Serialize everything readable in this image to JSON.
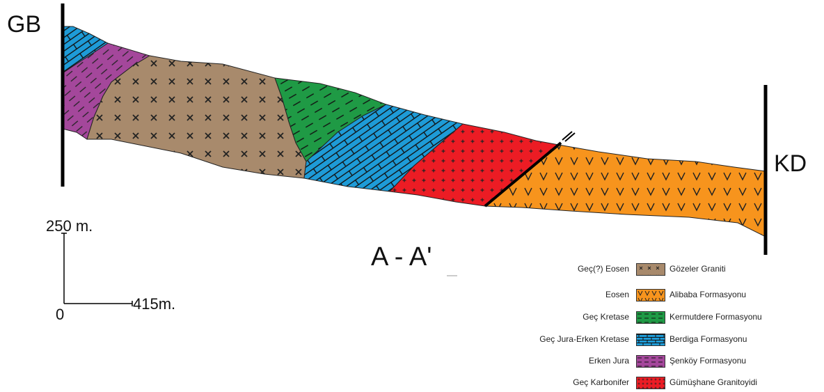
{
  "section": {
    "left_end": "GB",
    "right_end": "KD",
    "title": "A - A'"
  },
  "scale": {
    "vertical_label": "250  m.",
    "horizontal_label": "415m.",
    "origin_label": "0"
  },
  "colors": {
    "gozeler": "#a88a6c",
    "alibaba": "#f7941d",
    "kermutdere": "#1f9a45",
    "berdiga": "#1e9bd7",
    "senkoy": "#a4479b",
    "gumushane": "#ec1c24"
  },
  "legend": [
    {
      "age": "Geç(?) Eosen",
      "name": "Gözeler Graniti",
      "color": "#a88a6c",
      "pattern": "cross"
    },
    {
      "age": "Eosen",
      "name": "Alibaba Formasyonu",
      "color": "#f7941d",
      "pattern": "vee"
    },
    {
      "age": "Geç Kretase",
      "name": "Kermutdere Formasyonu",
      "color": "#1f9a45",
      "pattern": "dash"
    },
    {
      "age": "Geç Jura-Erken Kretase",
      "name": "Berdiga Formasyonu",
      "color": "#1e9bd7",
      "pattern": "brick"
    },
    {
      "age": "Erken Jura",
      "name": "Şenköy Formasyonu",
      "color": "#a4479b",
      "pattern": "dash"
    },
    {
      "age": "Geç Karbonifer",
      "name": "Gümüşhane Granitoyidi",
      "color": "#ec1c24",
      "pattern": "plus"
    }
  ]
}
